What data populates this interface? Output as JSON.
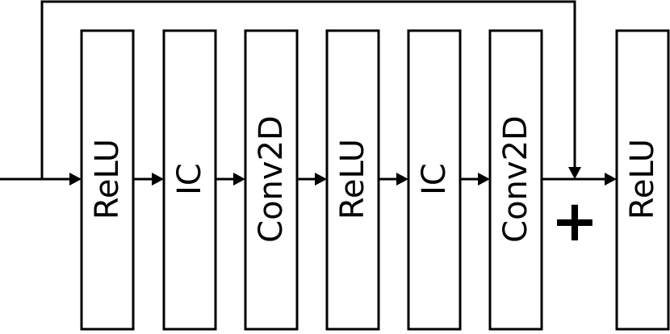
{
  "diagram": {
    "blocks": [
      "ReLU",
      "IC",
      "Conv2D",
      "ReLU",
      "IC",
      "Conv2D",
      "ReLU"
    ],
    "add_symbol": "+"
  }
}
